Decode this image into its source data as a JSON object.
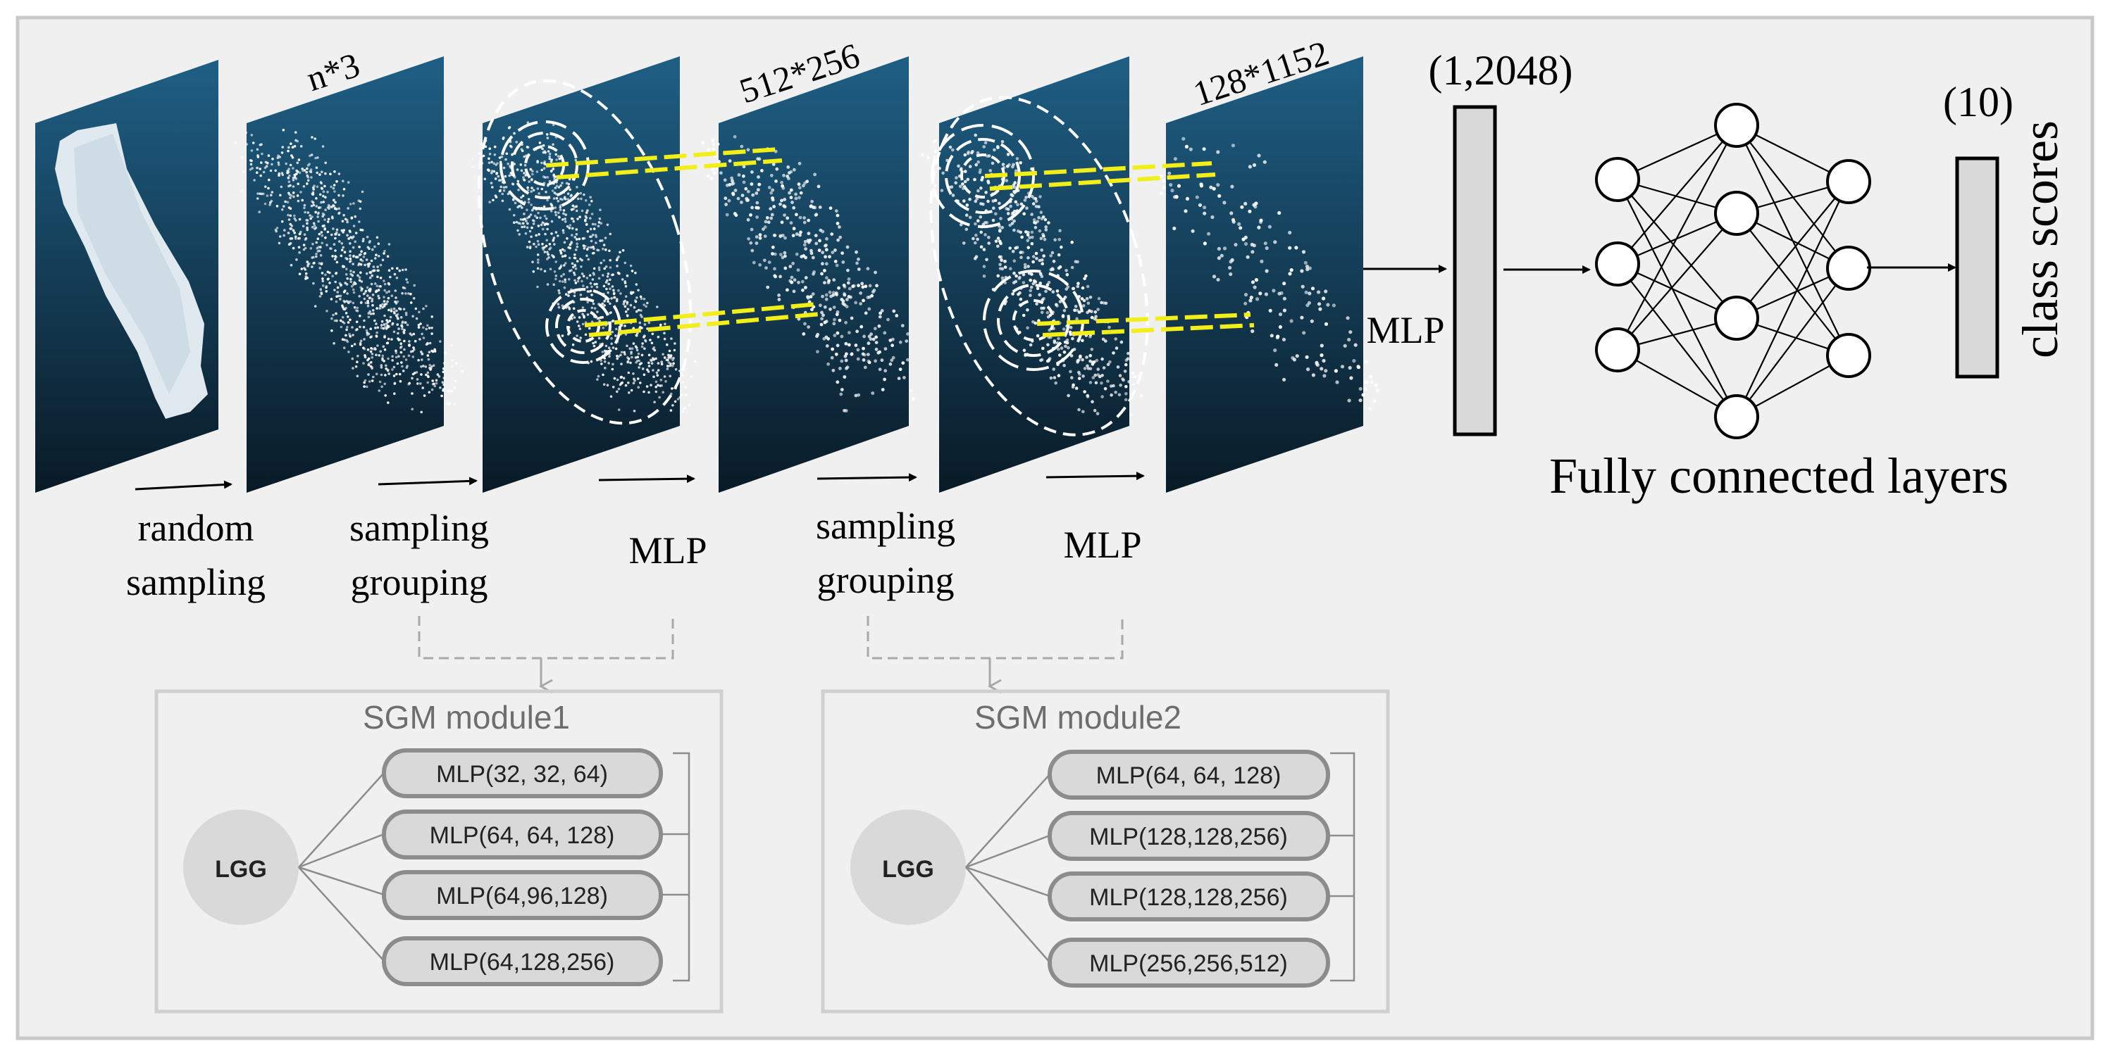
{
  "colors": {
    "background": "#f0f0f0",
    "frame": "#c8c8c8",
    "panel_top": "#1f5f85",
    "panel_bottom": "#091a26",
    "points": "#ffffff",
    "yellow_link": "#f2ee1a",
    "fc_bar": "#d9d9d9",
    "lgg_circle": "#d9d9d9",
    "pill_fill": "#d9d9d9",
    "pill_border": "#8c8c8c",
    "module_border": "#cfcfcf",
    "module_title": "#6e6e6e"
  },
  "stages": {
    "dim_input": "n*3",
    "dim_first": "512*256",
    "dim_second": "128*1152",
    "dim_global": "(1,2048)",
    "dim_output": "(10)"
  },
  "steps": {
    "random_sampling": [
      "random",
      "sampling"
    ],
    "sampling_grouping_1": [
      "sampling",
      "grouping"
    ],
    "mlp_1": "MLP",
    "sampling_grouping_2": [
      "sampling",
      "grouping"
    ],
    "mlp_2": "MLP",
    "mlp_global": "MLP"
  },
  "fc": {
    "label": "Fully connected layers",
    "output_label": "class scores"
  },
  "modules": [
    {
      "title": "SGM module1",
      "hub": "LGG",
      "branches": [
        "MLP(32, 32, 64)",
        "MLP(64, 64, 128)",
        "MLP(64,96,128)",
        "MLP(64,128,256)"
      ]
    },
    {
      "title": "SGM module2",
      "hub": "LGG",
      "branches": [
        "MLP(64, 64, 128)",
        "MLP(128,128,256)",
        "MLP(128,128,256)",
        "MLP(256,256,512)"
      ]
    }
  ]
}
